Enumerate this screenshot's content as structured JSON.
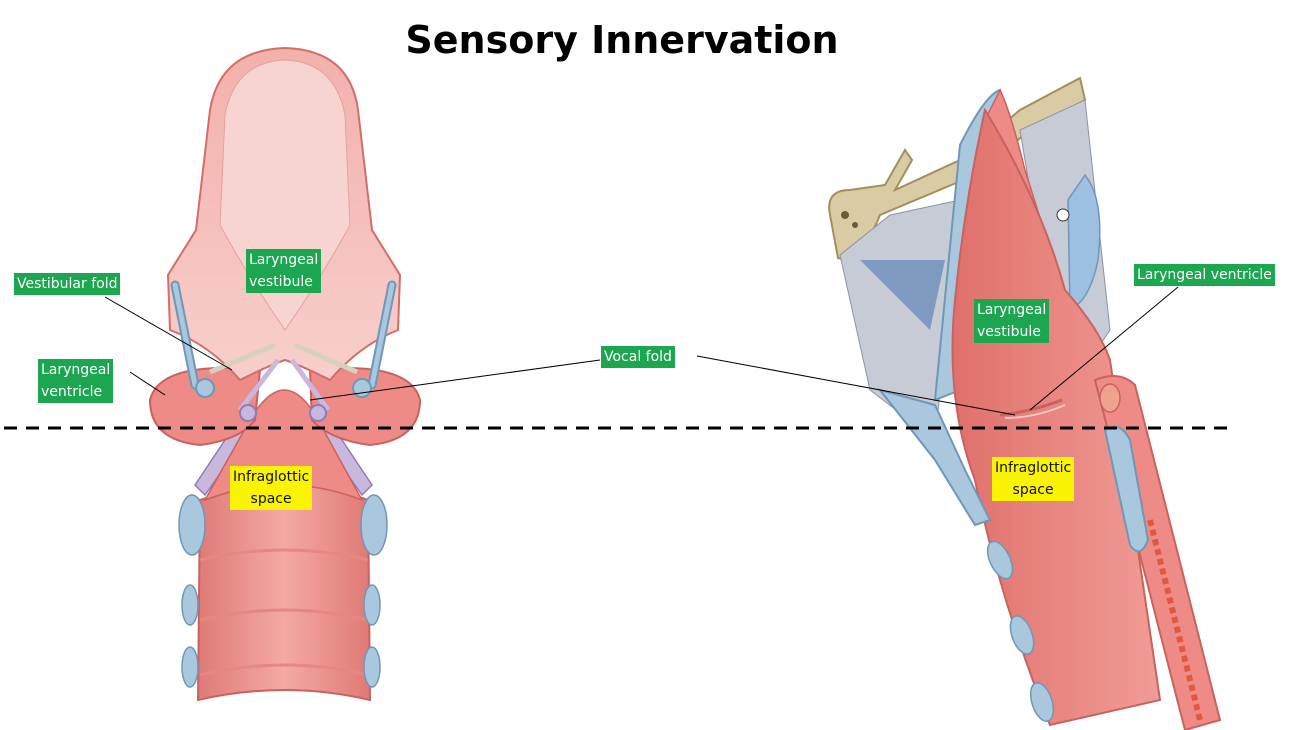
{
  "title": "Sensory Innervation",
  "labels": {
    "vestibular_fold": "Vestibular fold",
    "laryngeal_vestibule_left_1": "Laryngeal",
    "laryngeal_vestibule_left_2": "vestibule",
    "laryngeal_ventricle_left_1": "Laryngeal",
    "laryngeal_ventricle_left_2": "ventricle",
    "vocal_fold": "Vocal fold",
    "infraglottic_left_1": "Infraglottic",
    "infraglottic_left_2": "space",
    "laryngeal_ventricle_right": "Laryngeal ventricle",
    "laryngeal_vestibule_right_1": "Laryngeal",
    "laryngeal_vestibule_right_2": "vestibule",
    "infraglottic_right_1": "Infraglottic",
    "infraglottic_right_2": "space"
  },
  "colors": {
    "green_label": "#1ba64f",
    "yellow_label": "#fbf400",
    "mucosa": "#ef8b87",
    "mucosa_light": "#f6b7b2",
    "cartilage": "#a9c8de",
    "bone": "#d9cba3",
    "membrane": "#c9b8de"
  }
}
